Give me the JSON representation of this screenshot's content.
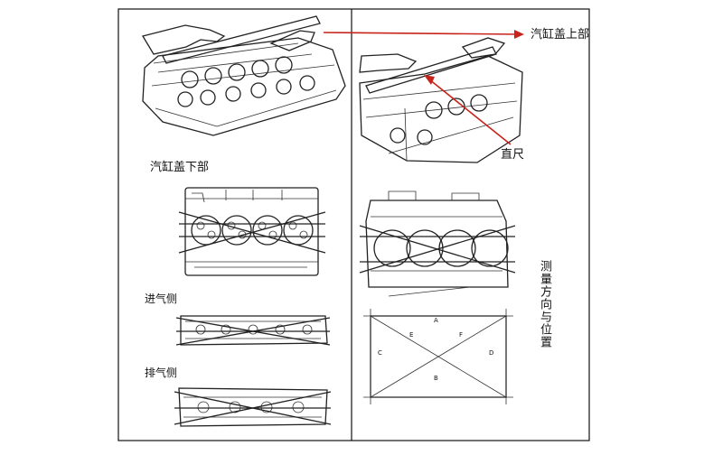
{
  "figure": {
    "labels": {
      "upper": "汽缸盖上部",
      "lower": "汽缸盖下部",
      "intake": "进气侧",
      "exhaust": "排气侧",
      "ruler": "直尺",
      "direction": "测量方向与位置"
    },
    "grid_letters": [
      "A",
      "B",
      "C",
      "D",
      "E",
      "F"
    ],
    "colors": {
      "arrow": "#c8241b",
      "ink": "#222222"
    }
  }
}
